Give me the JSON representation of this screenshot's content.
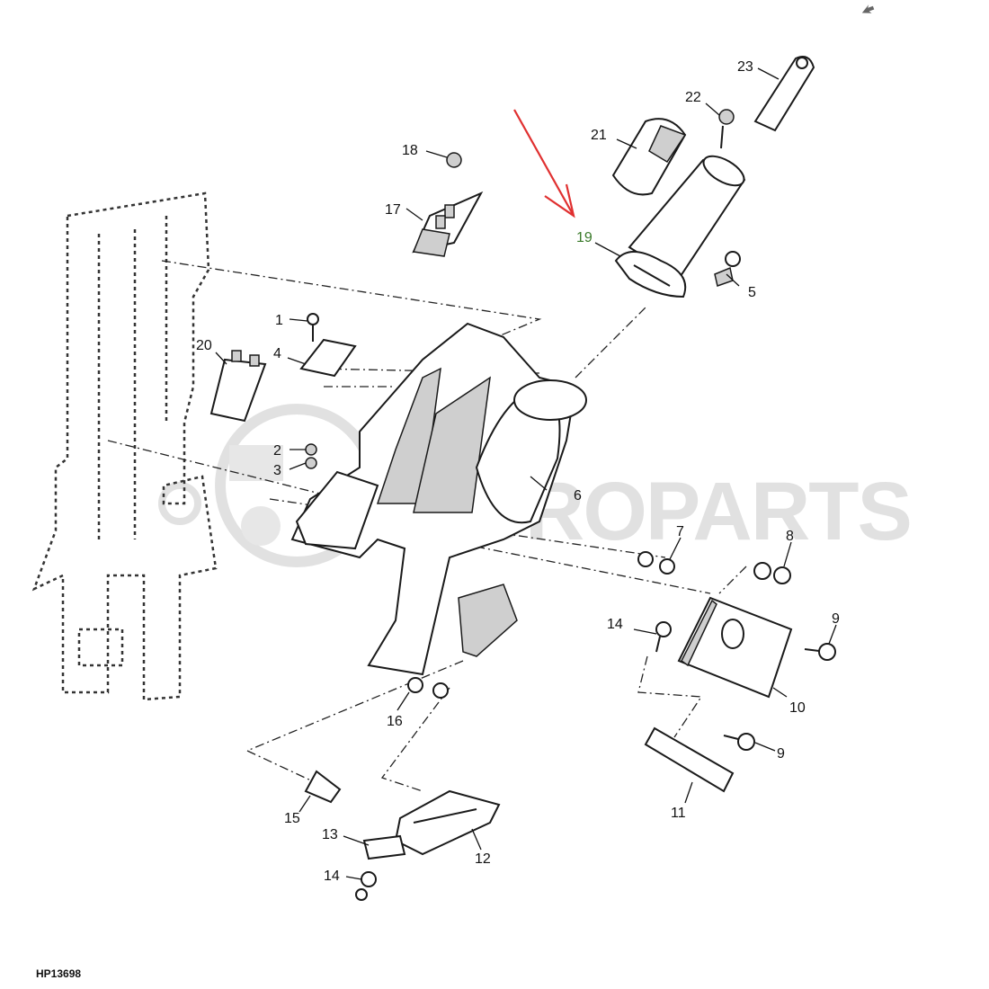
{
  "drawing": {
    "reference_code": "HP13698",
    "watermark": "ACROPARTS",
    "highlighted_callout": "19",
    "highlight_arrow_color": "#e03030",
    "corner_icon": "back-arrow-icon"
  },
  "callouts": [
    {
      "id": "c1",
      "label": "1"
    },
    {
      "id": "c2",
      "label": "2"
    },
    {
      "id": "c3",
      "label": "3"
    },
    {
      "id": "c4",
      "label": "4"
    },
    {
      "id": "c5",
      "label": "5"
    },
    {
      "id": "c6",
      "label": "6"
    },
    {
      "id": "c7",
      "label": "7"
    },
    {
      "id": "c8",
      "label": "8"
    },
    {
      "id": "c9a",
      "label": "9"
    },
    {
      "id": "c9b",
      "label": "9"
    },
    {
      "id": "c10",
      "label": "10"
    },
    {
      "id": "c11",
      "label": "11"
    },
    {
      "id": "c12",
      "label": "12"
    },
    {
      "id": "c13",
      "label": "13"
    },
    {
      "id": "c14a",
      "label": "14"
    },
    {
      "id": "c14b",
      "label": "14"
    },
    {
      "id": "c15",
      "label": "15"
    },
    {
      "id": "c16",
      "label": "16"
    },
    {
      "id": "c17",
      "label": "17"
    },
    {
      "id": "c18",
      "label": "18"
    },
    {
      "id": "c19",
      "label": "19"
    },
    {
      "id": "c20",
      "label": "20"
    },
    {
      "id": "c21",
      "label": "21"
    },
    {
      "id": "c22",
      "label": "22"
    },
    {
      "id": "c23",
      "label": "23"
    }
  ]
}
